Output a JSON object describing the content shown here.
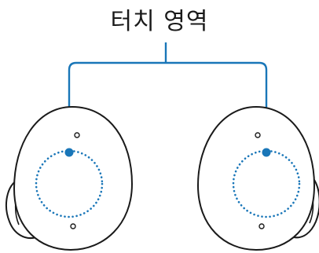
{
  "diagram": {
    "label": "터치 영역",
    "colors": {
      "outline": "#1a1a1a",
      "accent": "#1976b8",
      "background": "#ffffff"
    },
    "earbuds": [
      {
        "id": "left",
        "parts": [
          "earbud-body",
          "ear-tip",
          "touch-area-ring",
          "touch-point",
          "sensor-dot-top",
          "sensor-dot-bottom"
        ]
      },
      {
        "id": "right",
        "parts": [
          "earbud-body",
          "ear-tip",
          "touch-area-ring",
          "touch-point",
          "sensor-dot-top",
          "sensor-dot-bottom"
        ]
      }
    ]
  }
}
